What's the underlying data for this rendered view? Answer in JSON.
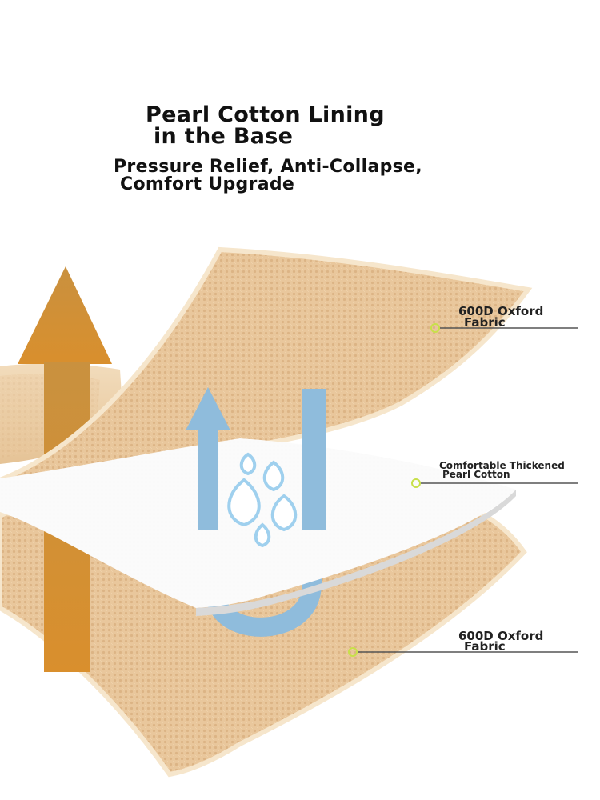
{
  "headline": {
    "line1": "Pearl Cotton Lining",
    "line2": "in the Base",
    "line3": "Pressure Relief, Anti-Collapse,",
    "line4": "Comfort Upgrade"
  },
  "callouts": [
    {
      "line1": "600D Oxford",
      "line2": "Fabric"
    },
    {
      "line1": "Comfortable Thickened",
      "line2": "Pearl Cotton"
    },
    {
      "line1": "600D Oxford",
      "line2": "Fabric"
    }
  ],
  "colors": {
    "fabric": "#e9c79c",
    "fabric_edge": "#f6e6cc",
    "pearl_cotton": "#fdfdfd",
    "arrow_orange": "#d69a3c",
    "arrow_blue": "#8fbcdc",
    "callout_dot": "#c8e04a",
    "callout_line": "#555555",
    "text": "#111111"
  },
  "icons": [
    "up-arrow-icon",
    "water-drop-icon",
    "u-flow-arrow-icon"
  ]
}
